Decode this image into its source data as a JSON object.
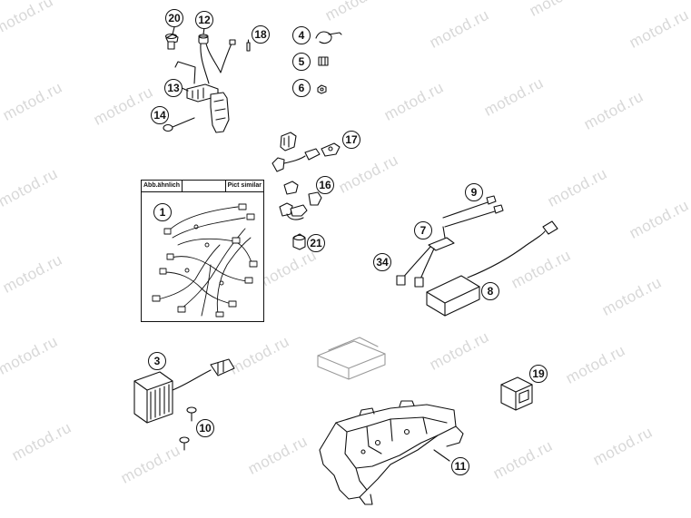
{
  "diagram": {
    "watermark_text": "motod.ru",
    "inset": {
      "label_left": "Abb.ähnlich",
      "label_right": "Pict similar"
    },
    "callouts": [
      "20",
      "12",
      "18",
      "4",
      "5",
      "6",
      "13",
      "14",
      "17",
      "16",
      "9",
      "21",
      "1",
      "7",
      "34",
      "8",
      "3",
      "19",
      "10",
      "11"
    ],
    "colors": {
      "line": "#111111",
      "watermark": "#d8d8d8",
      "background": "#ffffff"
    }
  }
}
